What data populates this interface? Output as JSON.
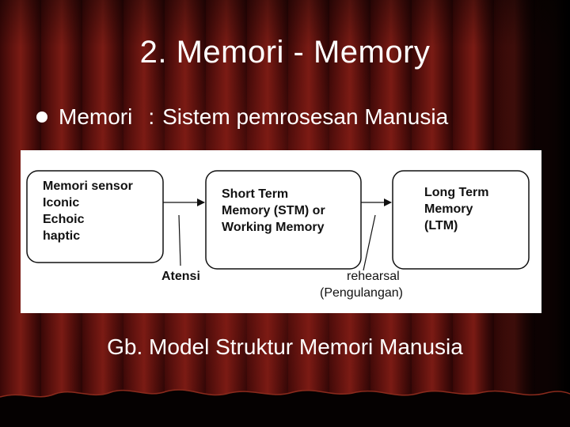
{
  "slide": {
    "title": "2. Memori - Memory",
    "bullet": {
      "term": "Memori",
      "separator": ":",
      "description": "Sistem pemrosesan Manusia"
    },
    "caption": "Gb. Model Struktur Memori Manusia"
  },
  "diagram": {
    "sensory": {
      "lines": [
        "Memori sensor",
        "Iconic",
        "Echoic",
        "haptic"
      ]
    },
    "stm": {
      "lines": [
        "Short Term",
        "Memory (STM) or",
        "Working Memory"
      ]
    },
    "ltm": {
      "lines": [
        "Long Term",
        "Memory",
        "(LTM)"
      ]
    },
    "attention_label": "Atensi",
    "rehearsal_label": "rehearsal",
    "rehearsal_translation": "(Pengulangan)"
  },
  "colors": {
    "curtain": "#5e120e",
    "text": "#ffffff",
    "diagram_ink": "#111111"
  }
}
